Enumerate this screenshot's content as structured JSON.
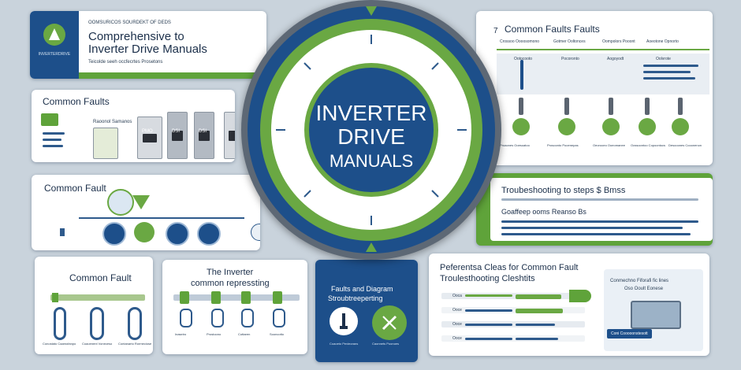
{
  "colors": {
    "navy": "#1d4f8a",
    "green": "#5fa33a",
    "bg": "#c9d3dc"
  },
  "header": {
    "kicker": "OOMSURICOS SOURDEKT OF DEDS",
    "title_line1": "Comprehensive to",
    "title_line2": "Inverter Drive Manuals",
    "subtitle": "Teicolde seeh occfecrtes Prosetons"
  },
  "logo": {
    "caption": "INVERTERDRIVE"
  },
  "medallion": {
    "line1": "INVERTER",
    "line2": "DRIVE",
    "line3": "MANUALS"
  },
  "faults_left": {
    "title": "Common Faults",
    "labels": [
      "Raoonol Samanos",
      "PMO",
      "DSI",
      "DSI"
    ]
  },
  "fault_tree": {
    "title": "Common Fault"
  },
  "common_fault_card": {
    "title": "Common Fault",
    "captions": [
      "Conostato Caamofanpo",
      "Coaoenent Voneceso",
      "Contanarto Rormeciose"
    ]
  },
  "inverter_card": {
    "title_line1": "The Inverter",
    "title_line2": "common repressting",
    "captions": [
      "Inaseiro",
      "Prostoono",
      "Cottaren",
      "Sooncotto"
    ]
  },
  "diagram_card": {
    "title_line1": "Faults and Diagram",
    "title_line2": "Stroubtreeperting",
    "captions": [
      "Coaoeto Pevieorans",
      "Caonnets Poonoes"
    ]
  },
  "faults_right": {
    "number": "7",
    "title": "Common Faults Faults",
    "headers": [
      "Crossoo Oooosomono",
      "Gotmer Ooltonces",
      "Oompolors Pooont",
      "Aoeotone Opnorto"
    ],
    "row_labels": [
      "Ootocooto",
      "Pocoronto",
      "Aogoyodt",
      "Oolvrote"
    ],
    "captions": [
      "Proaones Ooesoatoo",
      "Prosoonto Pooenepas",
      "Oeorooeo Ooeomanee",
      "Oossoontoo Copoontocs",
      "Desooones Cooonenon"
    ]
  },
  "troubleshoot": {
    "title": "Troubeshooting to steps $ Bmss",
    "subtitle": "Goaffeep ooms Reanso Bs"
  },
  "reference": {
    "title_line1": "Peferentsa Cleas for Common Fault",
    "title_line2": "Troulesthooting Cleshtits",
    "side_line1": "Conmechno Fiforafi fic lines",
    "side_line2": "Oso Ooult Eonese",
    "badge": "Coni Cooooonstesott",
    "row_labels": [
      "Ooca",
      "Ooce",
      "Ooce",
      "Ooce"
    ]
  }
}
